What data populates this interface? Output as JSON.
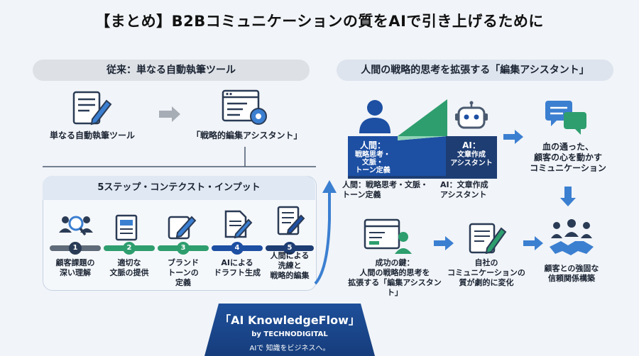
{
  "title": "【まとめ】B2Bコミュニケーションの質をAIで引き上げるために",
  "left": {
    "header": "従来：単なる自動執筆ツール",
    "tool_label": "単なる自動執筆ツール",
    "assistant_label": "「戦略的編集アシスタント」",
    "panel_title": "5ステップ・コンテクスト・インプット",
    "steps": [
      {
        "num": "1",
        "label": "顧客課題の\n深い理解",
        "color": "#5f6b78"
      },
      {
        "num": "2",
        "label": "適切な\n文脈の提供",
        "color": "#2e9e6e"
      },
      {
        "num": "3",
        "label": "ブランド\nトーンの\n定義",
        "color": "#2e9e6e"
      },
      {
        "num": "4",
        "label": "AIによる\nドラフト生成",
        "color": "#1d4fa3"
      },
      {
        "num": "5",
        "label": "人間による\n洗練と\n戦略的編集",
        "color": "#1e3d73"
      }
    ]
  },
  "right": {
    "header": "人間の戦略的思考を拡張する「編集アシスタント」",
    "human_box": {
      "title": "人間：",
      "lines": "戦略思考・\n文脈・\nトーン定義"
    },
    "ai_box": {
      "title": "AI：",
      "lines": "文章作成\nアシスタント"
    },
    "human_caption": "人間：戦略思考・文脈・\nトーン定義",
    "ai_caption": "AI：文章作成\nアシスタント",
    "outcome1": "血の通った、\n顧客の心を動かす\nコミュニケーション",
    "key": "成功の鍵：\n人間の戦略的思考を\n拡張する「編集アシスタント」",
    "change": "自社の\nコミュニケーションの\n質が劇的に変化",
    "outcome2": "顧客との強固な\n信頼関係構築"
  },
  "brand": {
    "title": "「AI KnowledgeFlow」",
    "by": "by TECHNODIGITAL",
    "tagline": "AIで 知識をビジネスへ。"
  },
  "colors": {
    "dark_navy": "#1e3d73",
    "blue": "#1d4fa3",
    "green": "#2e9e6e",
    "gray": "#5f6b78",
    "arrow": "#3b7fd1"
  }
}
